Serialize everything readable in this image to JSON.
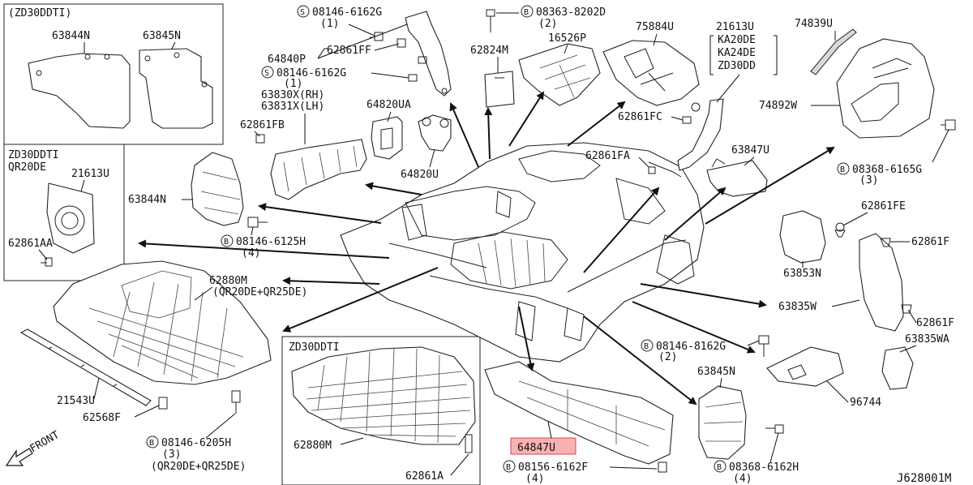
{
  "diagram_id": "J628001M",
  "insets": {
    "top_left": {
      "label": "(ZD30DDTI)",
      "parts": [
        "63844N",
        "63845N"
      ]
    },
    "mid_left": {
      "label_line1": "ZD30DDTI",
      "label_line2": "QR20DE",
      "parts": [
        "21613U",
        "62861AA"
      ]
    },
    "bottom_center": {
      "label": "ZD30DDTI",
      "parts": [
        "62880M",
        "62861A"
      ]
    }
  },
  "callouts": {
    "s_08146_6162g_top": "08146-6162G",
    "qty_1_a": "(1)",
    "p62861ff": "62861FF",
    "p64840p": "64840P",
    "s_08146_6162g_mid": "08146-6162G",
    "qty_1_b": "(1)",
    "p63830x": "63830X(RH)",
    "p63831x": "63831X(LH)",
    "p62861fb": "62861FB",
    "p64820ua": "64820UA",
    "p64820u": "64820U",
    "b_08363_8202d": "08363-8202D",
    "qty_2_a": "(2)",
    "p62824m": "62824M",
    "p16526p": "16526P",
    "p75884u": "75884U",
    "p62861fc": "62861FC",
    "p62861fa": "62861FA",
    "p21613u_r": "21613U",
    "eng_ka20de": "KA20DE",
    "eng_ka24de": "KA24DE",
    "eng_zd30dd": "ZD30DD",
    "p74839u": "74839U",
    "p74892w": "74892W",
    "b_08368_6165g": "08368-6165G",
    "qty_3_a": "(3)",
    "p63847u": "63847U",
    "p63844n": "63844N",
    "b_08146_6125h": "08146-6125H",
    "qty_4_a": "(4)",
    "p62861fe": "62861FE",
    "p62861f_a": "62861F",
    "p63853n": "63853N",
    "p63835w": "63835W",
    "p62861f_b": "62861F",
    "p63835wa": "63835WA",
    "p62880m": "62880M",
    "eng_qr": "(QR20DE+QR25DE)",
    "b_08146_8162g": "08146-8162G",
    "qty_2_b": "(2)",
    "p96744": "96744",
    "p63845n": "63845N",
    "b_08368_6162h": "08368-6162H",
    "qty_4_b": "(4)",
    "p64847u": "64847U",
    "b_08156_6162f": "08156-6162F",
    "qty_4_c": "(4)",
    "p21543u": "21543U",
    "p62568f": "62568F",
    "b_08146_6205h": "08146-6205H",
    "qty_3_b": "(3)",
    "eng_qr_b": "(QR20DE+QR25DE)",
    "front": "FRONT"
  },
  "symbols": {
    "screw_s": "S",
    "bolt_b": "B"
  },
  "highlight_color": "#f7b3b3"
}
